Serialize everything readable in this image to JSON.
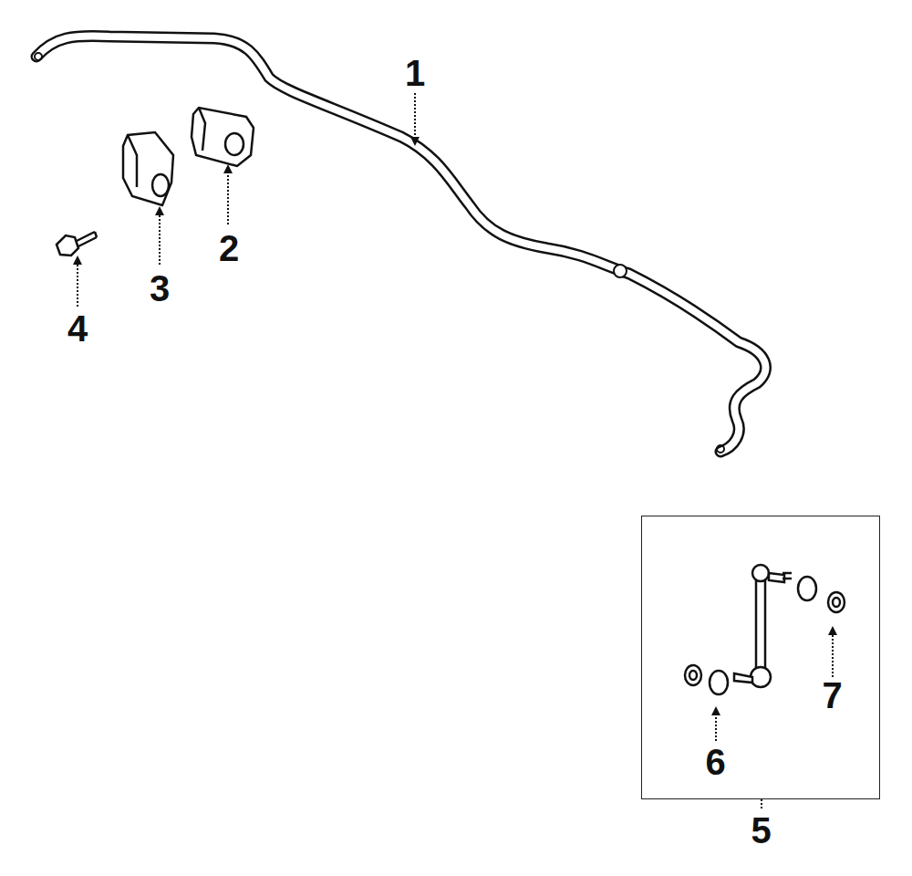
{
  "diagram": {
    "nodes": [
      {
        "text": [
          "7",
          "6",
          "5"
        ]
      }
    ],
    "edges": [],
    "labels": [
      "1",
      "2",
      "3",
      "4"
    ]
  }
}
